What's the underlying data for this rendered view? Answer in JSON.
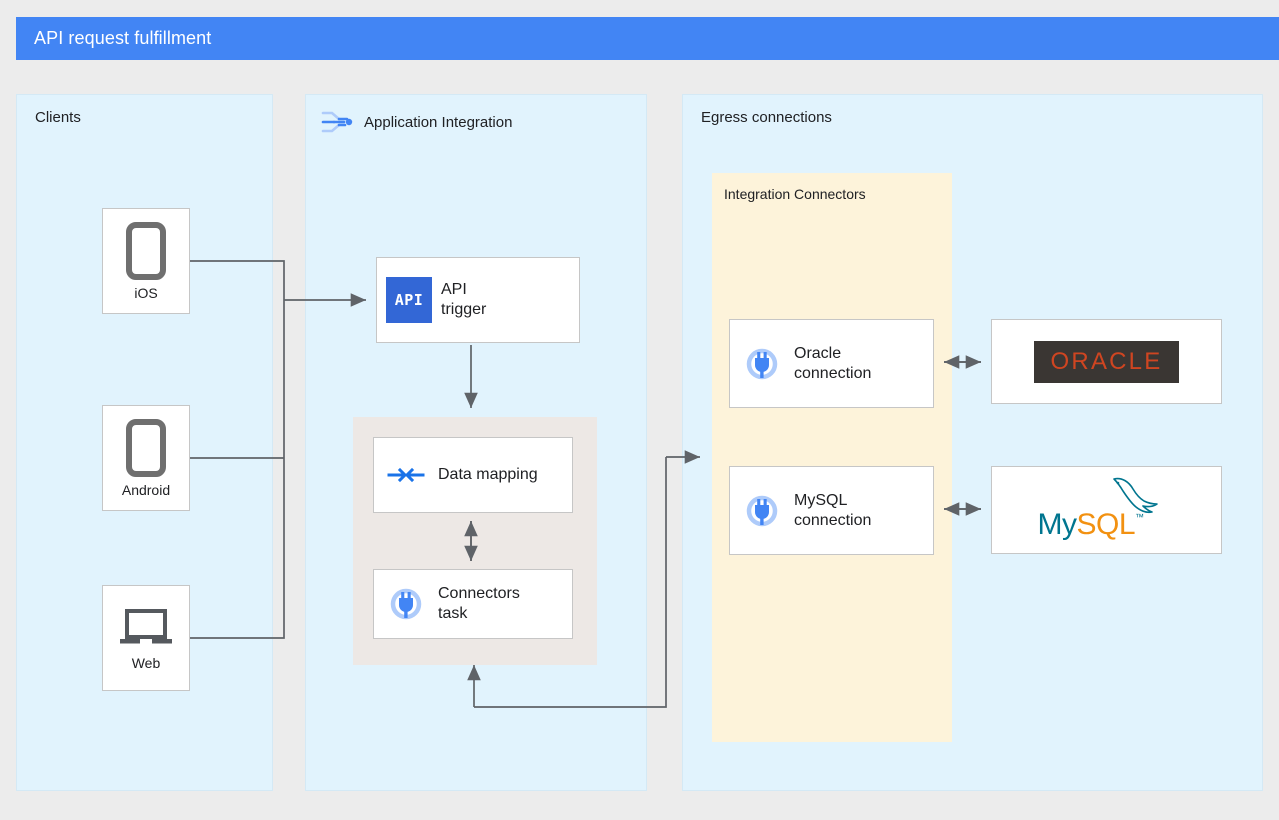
{
  "header": {
    "title": "API request fulfillment",
    "bar_color": "#4285f4",
    "text_color": "#ffffff"
  },
  "canvas": {
    "background": "#ececec",
    "panel_background": "#e1f3fd",
    "connector_panel_background": "#fdf3da",
    "mapping_group_background": "#ede8e5",
    "connector_line_color": "#5f6368"
  },
  "panels": {
    "clients": {
      "label": "Clients"
    },
    "application_integration": {
      "label": "Application Integration",
      "icon": "application-integration-icon"
    },
    "egress": {
      "label": "Egress connections"
    },
    "integration_connectors": {
      "label": "Integration Connectors"
    }
  },
  "clients": [
    {
      "label": "iOS",
      "icon": "mobile-phone-icon"
    },
    {
      "label": "Android",
      "icon": "mobile-phone-icon"
    },
    {
      "label": "Web",
      "icon": "laptop-icon"
    }
  ],
  "integration_tasks": [
    {
      "label": "API\ntrigger",
      "icon": "api-badge-icon",
      "badge_text": "API"
    },
    {
      "label": "Data mapping",
      "icon": "data-mapping-arrows-icon"
    },
    {
      "label": "Connectors\ntask",
      "icon": "connector-plug-icon"
    }
  ],
  "connections": [
    {
      "label": "Oracle\nconnection",
      "icon": "connector-plug-icon"
    },
    {
      "label": "MySQL\nconnection",
      "icon": "connector-plug-icon"
    }
  ],
  "backends": [
    {
      "name": "ORACLE",
      "icon": "oracle-logo",
      "wordmark": "ORACLE",
      "text_color": "#cf4521",
      "background": "#3a3633"
    },
    {
      "name": "MySQL",
      "icon": "mysql-logo",
      "wordmark_primary": "My",
      "wordmark_secondary": "SQL",
      "trademark": "™",
      "primary_color": "#00758f",
      "secondary_color": "#f29111"
    }
  ],
  "flows": [
    {
      "from": "iOS",
      "to": "API trigger",
      "direction": "one-way"
    },
    {
      "from": "Android",
      "to": "API trigger",
      "direction": "one-way"
    },
    {
      "from": "Web",
      "to": "API trigger",
      "direction": "one-way"
    },
    {
      "from": "API trigger",
      "to": "Data mapping",
      "direction": "one-way"
    },
    {
      "from": "Data mapping",
      "to": "Connectors task",
      "direction": "two-way"
    },
    {
      "from": "Connectors task",
      "to": "Integration Connectors",
      "direction": "one-way"
    },
    {
      "from": "Integration Connectors",
      "to": "Connectors task",
      "direction": "one-way"
    },
    {
      "from": "Oracle connection",
      "to": "ORACLE",
      "direction": "two-way"
    },
    {
      "from": "MySQL connection",
      "to": "MySQL",
      "direction": "two-way"
    }
  ]
}
